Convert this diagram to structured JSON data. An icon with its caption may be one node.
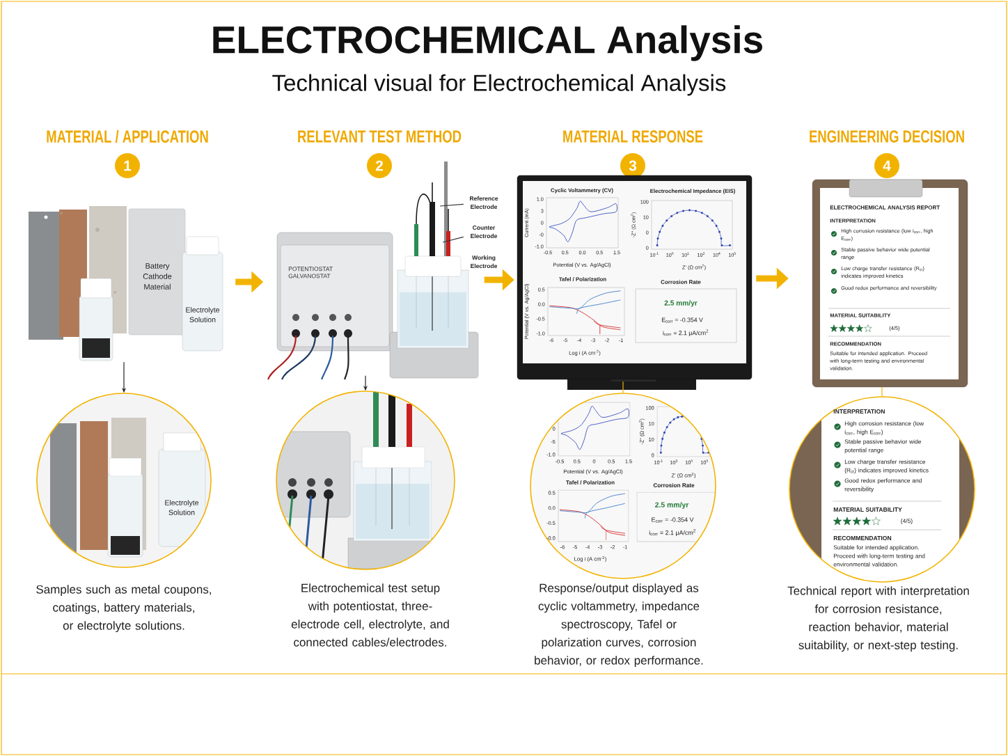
{
  "diagram": {
    "title": "ELECTROCHEMICAL Analysis",
    "labels": [
      "Technical visual for Electrochemical Analysis"
    ],
    "nodes": [
      {
        "text": [
          "MATERIAL / APPLICATION",
          "1"
        ]
      },
      {
        "text": [
          "RELEVANT TEST METHOD",
          "2"
        ]
      },
      {
        "text": [
          "MATERIAL RESPONSE",
          "3"
        ]
      },
      {
        "text": [
          "ENGINEERING DECISION",
          "4"
        ]
      },
      {
        "text": [
          "Battery Cathode Material",
          "Electrolyte Solution"
        ]
      },
      {
        "text": [
          "POTENTIOSTAT GALVANOSTAT"
        ]
      },
      {
        "text": [
          "Reference Electrode"
        ]
      },
      {
        "text": [
          "Counter Electrode"
        ]
      },
      {
        "text": [
          "Working Electrode"
        ]
      },
      {
        "text": [],
        "shape": "picture"
      },
      {
        "text": [
          "Cyclic Voltammetry (CV)",
          "Current (mA)",
          "Potential (V vs. Ag/AgCl)",
          "1.0",
          "3",
          "0",
          "-0",
          "-1.0",
          "-0.5",
          "0.5",
          "0.0",
          "0.5",
          "1.5"
        ],
        "in": 9
      },
      {
        "text": [
          "Electrochemical Impedance (EIS)",
          "-Z'' (Ω cm$^{2}$)",
          "Z' (Ω cm$^{2}$)",
          "100",
          "10",
          "0",
          "0",
          "10$^{-1}$",
          "10$^{0}$",
          "10$^{1}$",
          "10$^{2}$",
          "10$^{4}$",
          "10$^{5}$"
        ],
        "in": 9
      },
      {
        "text": [
          "Tafel / Polarization",
          "Potential (V vs. Ag/AgCl)",
          "Log i (A cm$^{-2}$)",
          "0.5",
          "0.0",
          "-0.5",
          "-1.0",
          "-6",
          "-5",
          "-4",
          "-3",
          "-2",
          "-1"
        ],
        "in": 9
      },
      {
        "text": [
          "Corrosion Rate",
          "2.5 mm/yr",
          "E$_{corr}$ = -0.354 V",
          "i$_{corr}$ = 2.1 μA/cm$^{2}$"
        ],
        "in": 9
      },
      {
        "text": [
          "ELECTROCHEMICAL ANALYSIS REPORT",
          "INTERPRETATION",
          "High corrosion resistance (low i$_{corr}$, high E$_{corr}$)",
          "Stable passive behavior wide potential range",
          "Low charge transfer resistance (R$_{ct}$) indicates improved kinetics",
          "Good redox performance and reversibility",
          "MATERIAL SUITABILITY",
          "(4/5)",
          "RECOMMENDATION",
          "Suitable for intended application. Proceed with long-term testing and environmental validation."
        ]
      },
      {
        "text": [
          "Electrolyte Solution"
        ],
        "beside": [
          "Samples such as metal coupons, coatings, battery materials, or electrolyte solutions."
        ]
      },
      {
        "text": [],
        "shape": "circle",
        "beside": [
          "Electrochemical test setup with potentiostat, three-electrode cell, electrolyte, and connected cables/electrodes."
        ]
      },
      {
        "text": [],
        "shape": "circle",
        "beside": [
          "Response/output displayed as cyclic voltammetry, impedance spectroscopy, Tafel or polarization curves, corrosion behavior, or redox performance."
        ]
      },
      {
        "text": [
          "Potential (V vs. Ag/AgCl)",
          "0",
          "-5",
          "-1.0",
          "-0.5",
          "0.5",
          "0",
          "0.5",
          "1.5"
        ],
        "in": 17
      },
      {
        "text": [
          "-Z'' (Ω cm$^{2}$)",
          "Z' (Ω cm$^{2}$)",
          "100",
          "10",
          "10",
          "0",
          "10$^{-1}$",
          "10$^{3}$",
          "10$^{5}$",
          "10$^{5}$"
        ],
        "in": 17
      },
      {
        "text": [
          "Tafel / Polarization",
          "Log i (A cm$^{-2}$)",
          "0.5",
          "0.0",
          "-0.5",
          "-0.0",
          "-6",
          "-5",
          "-4",
          "-3",
          "-2",
          "-1"
        ],
        "in": 17
      },
      {
        "text": [
          "Corrosion Rate",
          "2.5 mm/yr",
          "E$_{corr}$ = -0.354 V",
          "i$_{corr}$ = 2.1 μA/cm$^{2}$"
        ],
        "in": 17
      },
      {
        "text": [
          "INTERPRETATION",
          "High corrosion resistance (low i$_{corr}$, high E$_{corr}$)",
          "Stable passive behavior wide potential range",
          "Low charge transfer resistance (R$_{ct}$) indicates improved kinetics",
          "Good redox performance and reversibility",
          "MATERIAL SUITABILITY",
          "(4/5)",
          "RECOMMENDATION",
          "Suitable for intended application. Proceed with long-term testing and environmental validation."
        ],
        "beside": [
          "Technical report with interpretation for corrosion resistance, reaction behavior, material suitability, or next-step testing."
        ]
      }
    ],
    "edges": [
      {
        "from": 4,
        "to": 5,
        "arrow": "to",
        "style": "thick"
      },
      {
        "from": 5,
        "to": 9,
        "arrow": "to",
        "style": "thick"
      },
      {
        "from": 9,
        "to": 14,
        "arrow": "to",
        "style": "thick"
      },
      {
        "from": 4,
        "to": 15,
        "arrow": "to",
        "color": "#222222"
      },
      {
        "from": 5,
        "to": 16,
        "arrow": "to",
        "color": "#222222"
      },
      {
        "from": 9,
        "to": 17,
        "arrow": "none"
      },
      {
        "from": 14,
        "to": 22,
        "arrow": "none"
      },
      {
        "from": 6,
        "to": 5,
        "arrow": "none",
        "color": "#333333"
      },
      {
        "from": 7,
        "to": 5,
        "arrow": "none",
        "color": "#333333"
      }
    ]
  }
}
